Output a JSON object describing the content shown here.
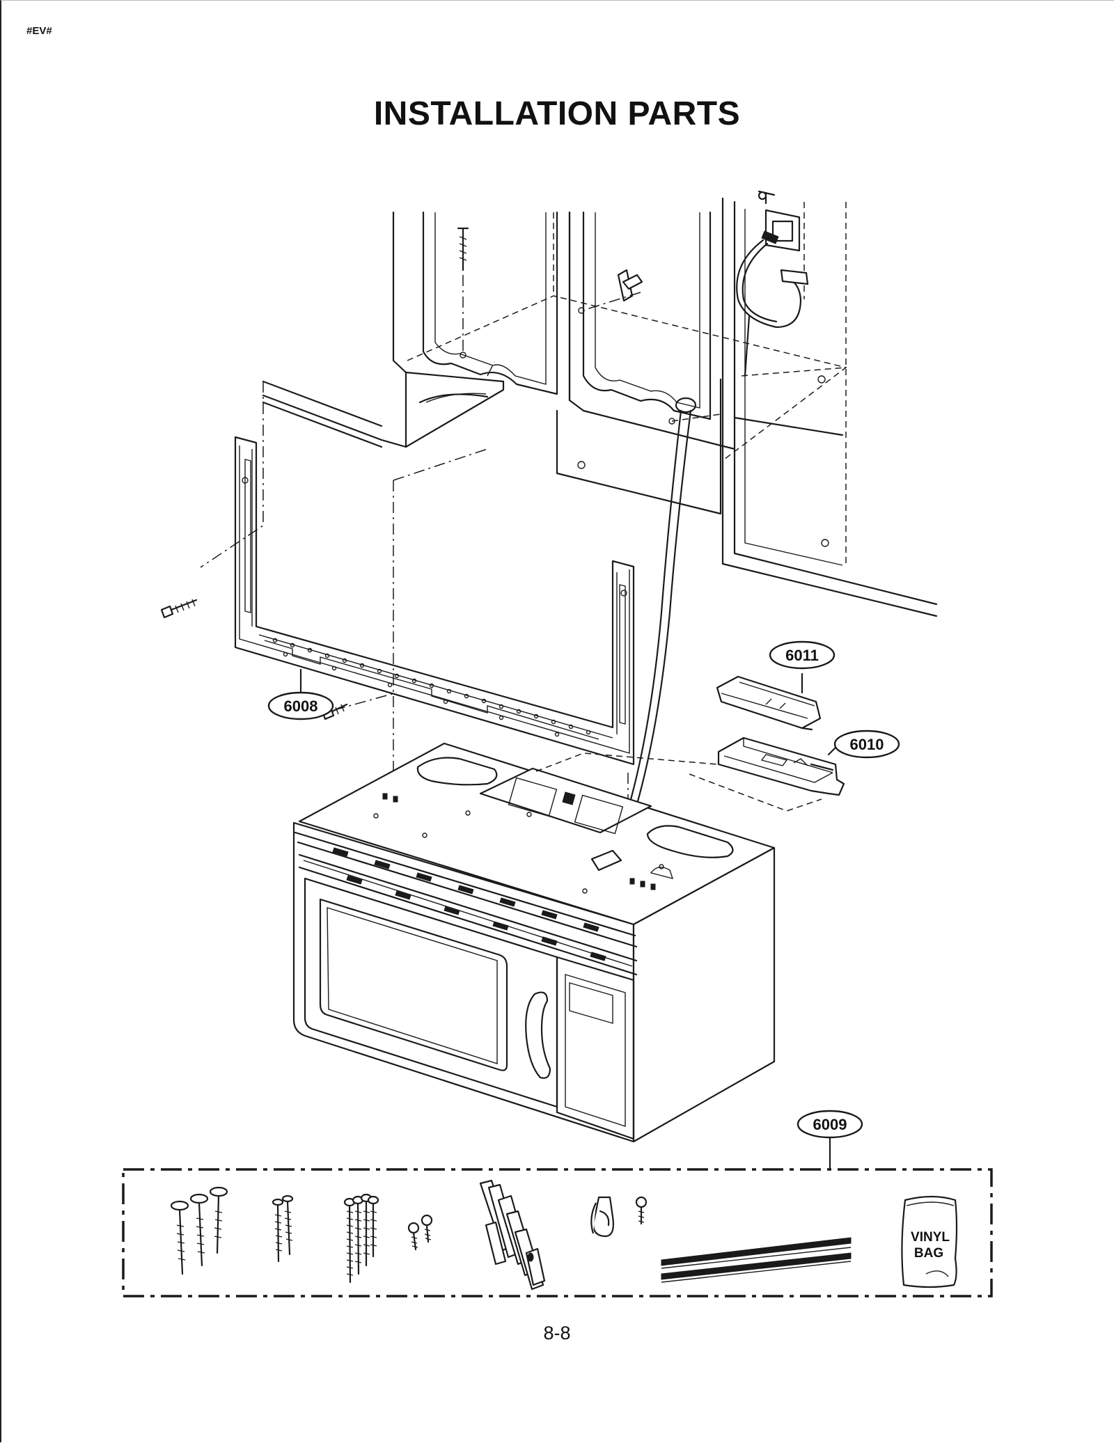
{
  "page": {
    "header_tag": "#EV#",
    "title": "INSTALLATION PARTS",
    "page_number": "8-8"
  },
  "callouts": {
    "mounting_plate": "6008",
    "hardware_kit": "6009",
    "damper_housing": "6010",
    "damper": "6011"
  },
  "kit": {
    "bag_line1": "VINYL",
    "bag_line2": "BAG"
  }
}
